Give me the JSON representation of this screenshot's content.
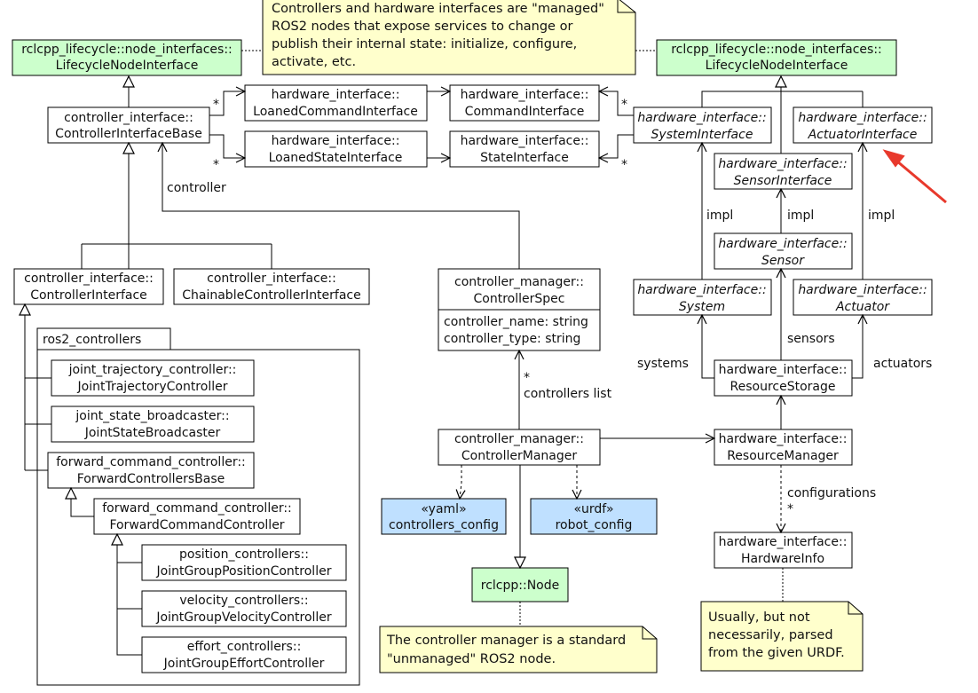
{
  "colors": {
    "interface_green": "#ccffcc",
    "note_yellow": "#ffffcc",
    "file_blue": "#bfe0ff",
    "line": "#000000",
    "arrow_accent": "#e8392c"
  },
  "notes": {
    "managed": [
      "Controllers and hardware interfaces are \"managed\"",
      "ROS2 nodes that expose services to change or",
      "publish their internal state: initialize, configure,",
      "activate, etc."
    ],
    "unmanaged": [
      "The controller manager is a standard",
      "\"unmanaged\" ROS2 node."
    ],
    "urdf": [
      "Usually, but not",
      "necessarily, parsed",
      "from the given URDF."
    ]
  },
  "boxes": {
    "lifecycle_left": [
      "rclcpp_lifecycle::node_interfaces::",
      "LifecycleNodeInterface"
    ],
    "lifecycle_right": [
      "rclcpp_lifecycle::node_interfaces::",
      "LifecycleNodeInterface"
    ],
    "controller_interface_base": [
      "controller_interface::",
      "ControllerInterfaceBase"
    ],
    "loaned_command": [
      "hardware_interface::",
      "LoanedCommandInterface"
    ],
    "loaned_state": [
      "hardware_interface::",
      "LoanedStateInterface"
    ],
    "command_interface": [
      "hardware_interface::",
      "CommandInterface"
    ],
    "state_interface": [
      "hardware_interface::",
      "StateInterface"
    ],
    "system_interface": [
      "hardware_interface::",
      "SystemInterface"
    ],
    "actuator_interface": [
      "hardware_interface::",
      "ActuatorInterface"
    ],
    "sensor_interface": [
      "hardware_interface::",
      "SensorInterface"
    ],
    "sensor": [
      "hardware_interface::",
      "Sensor"
    ],
    "system": [
      "hardware_interface::",
      "System"
    ],
    "actuator": [
      "hardware_interface::",
      "Actuator"
    ],
    "resource_storage": [
      "hardware_interface::",
      "ResourceStorage"
    ],
    "resource_manager": [
      "hardware_interface::",
      "ResourceManager"
    ],
    "hardware_info": [
      "hardware_interface::",
      "HardwareInfo"
    ],
    "controller_interface": [
      "controller_interface::",
      "ControllerInterface"
    ],
    "chainable_controller_interface": [
      "controller_interface::",
      "ChainableControllerInterface"
    ],
    "controller_spec": [
      "controller_manager::",
      "ControllerSpec"
    ],
    "controller_spec_attrs": [
      "controller_name: string",
      "controller_type: string"
    ],
    "controller_manager": [
      "controller_manager::",
      "ControllerManager"
    ],
    "yaml_config": [
      "«yaml»",
      "controllers_config"
    ],
    "urdf_config": [
      "«urdf»",
      "robot_config"
    ],
    "rclcpp_node": [
      "rclcpp::Node"
    ],
    "jtc": [
      "joint_trajectory_controller::",
      "JointTrajectoryController"
    ],
    "jsb": [
      "joint_state_broadcaster::",
      "JointStateBroadcaster"
    ],
    "fcb": [
      "forward_command_controller::",
      "ForwardControllersBase"
    ],
    "fcc": [
      "forward_command_controller::",
      "ForwardCommandController"
    ],
    "pos": [
      "position_controllers::",
      "JointGroupPositionController"
    ],
    "vel": [
      "velocity_controllers::",
      "JointGroupVelocityController"
    ],
    "eff": [
      "effort_controllers::",
      "JointGroupEffortController"
    ]
  },
  "package": {
    "name": "ros2_controllers"
  },
  "labels": {
    "controller": "controller",
    "impl": "impl",
    "systems": "systems",
    "sensors": "sensors",
    "actuators": "actuators",
    "controllers_list": "controllers list",
    "configurations": "configurations",
    "star": "*"
  }
}
